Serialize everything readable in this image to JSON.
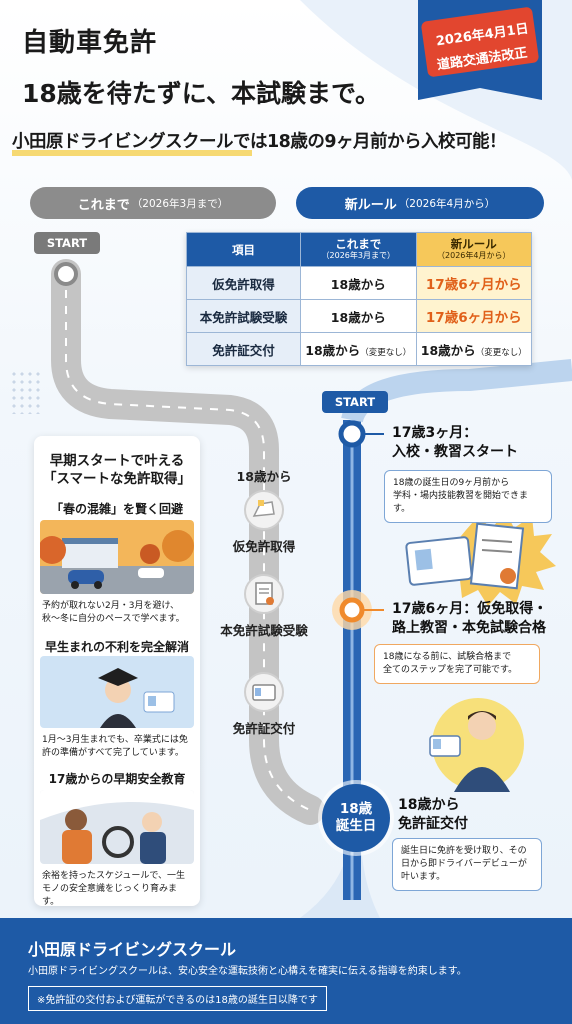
{
  "header": {
    "title_line1": "自動車免許",
    "title_line2": "18歳を待たずに、本試験まで。",
    "ribbon_line1": "2026年4月1日",
    "ribbon_line2": "道路交通法改正",
    "subtitle": "小田原ドライビングスクールでは18歳の9ヶ月前から入校可能！"
  },
  "pills": {
    "before": "これまで",
    "before_sub": "（2026年3月まで）",
    "after": "新ルール",
    "after_sub": "（2026年4月から）"
  },
  "start_label": "START",
  "table": {
    "headers": {
      "item": "項目",
      "before": "これまで",
      "before_sub": "（2026年3月まで）",
      "after": "新ルール",
      "after_sub": "（2026年4月から）"
    },
    "rows": [
      {
        "item": "仮免許取得",
        "before": "18歳から",
        "after": "17歳6ヶ月から"
      },
      {
        "item": "本免許試験受験",
        "before": "18歳から",
        "after": "17歳6ヶ月から"
      },
      {
        "item": "免許証交付",
        "before": "18歳から",
        "before_note": "（変更なし）",
        "after": "18歳から",
        "after_note": "（変更なし）"
      }
    ]
  },
  "card": {
    "title_line1": "早期スタートで叶える",
    "title_line2": "「スマートな免許取得」",
    "sections": [
      {
        "heading": "「春の混雑」を賢く回避",
        "text_line1": "予約が取れない2月・3月を避け、",
        "text_line2": "秋〜冬に自分のペースで学べます。"
      },
      {
        "heading": "早生まれの不利を完全解消",
        "text_line1": "1月〜3月生まれでも、卒業式には免",
        "text_line2": "許の準備がすべて完了しています。"
      },
      {
        "heading": "17歳からの早期安全教育",
        "text_line1": "余裕を持ったスケジュールで、一生",
        "text_line2": "モノの安全意識をじっくり育みます。"
      }
    ]
  },
  "gray_path": {
    "age_label": "18歳から",
    "steps": [
      "仮免許取得",
      "本免許試験受験",
      "免許証交付"
    ]
  },
  "blue_path": {
    "milestones": [
      {
        "title_line1": "17歳3ヶ月：",
        "title_line2": "入校・教習スタート",
        "box_line1": "18歳の誕生日の9ヶ月前から",
        "box_line2": "学科・場内技能教習を開始できます。"
      },
      {
        "title_line1": "17歳6ヶ月：仮免取得・",
        "title_line2": "路上教習・本免試験合格",
        "box_line1": "18歳になる前に、試験合格まで",
        "box_line2": "全てのステップを完了可能です。"
      }
    ],
    "birthday_line1": "18歳",
    "birthday_line2": "誕生日",
    "final_title_line1": "18歳から",
    "final_title_line2": "免許証交付",
    "final_box_line1": "誕生日に免許を受け取り、その",
    "final_box_line2": "日から即ドライバーデビューが",
    "final_box_line3": "叶います。"
  },
  "footer": {
    "title": "小田原ドライビングスクール",
    "text": "小田原ドライビングスクールは、安心安全な運転技術と心構えを確実に伝える指導を約束します。",
    "note": "※免許証の交付および運転ができるのは18歳の誕生日以降です"
  },
  "colors": {
    "brand_blue": "#1e5aa6",
    "accent_orange": "#e0601a",
    "highlight_yellow": "#f6c85a",
    "road_gray": "#b5b5b5"
  }
}
